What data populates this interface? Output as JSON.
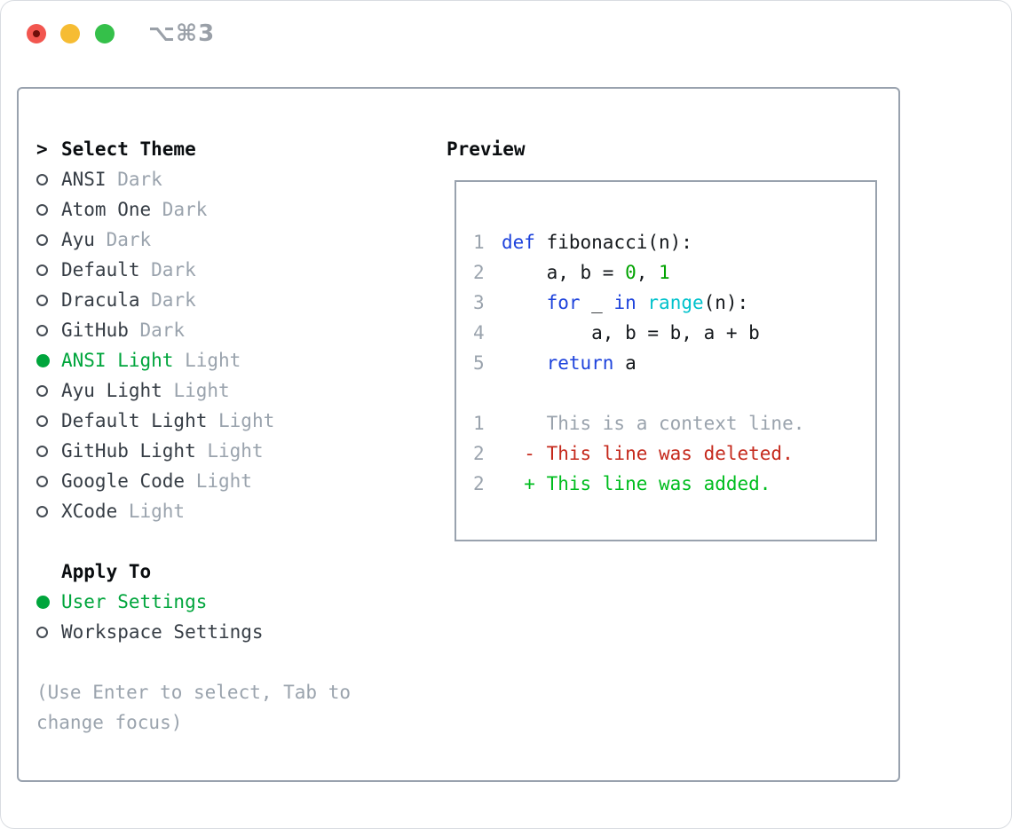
{
  "window": {
    "shortcut_label": "⌥⌘3"
  },
  "colors": {
    "border": "#99a2ae",
    "text-strong": "#0a0d10",
    "text-primary": "#363d45",
    "text-muted": "#9aa3ad",
    "accent-green": "#00a53c",
    "diff-add": "#00bd1f",
    "diff-del": "#c5291c",
    "kw": "#1e43dc",
    "builtin": "#00c2cc",
    "num": "#00a300",
    "title-gray": "#9aa0a8",
    "tl-red": "#f2564f",
    "tl-yellow": "#f6bc33",
    "tl-green": "#35c04a"
  },
  "theme_selector": {
    "marker": ">",
    "title": "Select Theme",
    "items": [
      {
        "name": "ANSI",
        "variant": "Dark",
        "selected": false
      },
      {
        "name": "Atom One",
        "variant": "Dark",
        "selected": false
      },
      {
        "name": "Ayu",
        "variant": "Dark",
        "selected": false
      },
      {
        "name": "Default",
        "variant": "Dark",
        "selected": false
      },
      {
        "name": "Dracula",
        "variant": "Dark",
        "selected": false
      },
      {
        "name": "GitHub",
        "variant": "Dark",
        "selected": false
      },
      {
        "name": "ANSI Light",
        "variant": "Light",
        "selected": true
      },
      {
        "name": "Ayu Light",
        "variant": "Light",
        "selected": false
      },
      {
        "name": "Default Light",
        "variant": "Light",
        "selected": false
      },
      {
        "name": "GitHub Light",
        "variant": "Light",
        "selected": false
      },
      {
        "name": "Google Code",
        "variant": "Light",
        "selected": false
      },
      {
        "name": "XCode",
        "variant": "Light",
        "selected": false
      }
    ],
    "apply_to": {
      "title": "Apply To",
      "options": [
        {
          "label": "User Settings",
          "selected": true
        },
        {
          "label": "Workspace Settings",
          "selected": false
        }
      ]
    },
    "hint_line_1": "(Use Enter to select, Tab to",
    "hint_line_2": "change focus)"
  },
  "preview": {
    "title": "Preview",
    "lines": [
      {
        "num": "1",
        "tokens": [
          {
            "t": "def",
            "c": "kw"
          },
          {
            "t": " fibonacci(n):",
            "c": "plain"
          }
        ]
      },
      {
        "num": "2",
        "tokens": [
          {
            "t": "    a, b = ",
            "c": "plain"
          },
          {
            "t": "0",
            "c": "num"
          },
          {
            "t": ", ",
            "c": "plain"
          },
          {
            "t": "1",
            "c": "num"
          }
        ]
      },
      {
        "num": "3",
        "tokens": [
          {
            "t": "    ",
            "c": "plain"
          },
          {
            "t": "for",
            "c": "kw"
          },
          {
            "t": " _ ",
            "c": "plain"
          },
          {
            "t": "in",
            "c": "kw"
          },
          {
            "t": " ",
            "c": "plain"
          },
          {
            "t": "range",
            "c": "builtin"
          },
          {
            "t": "(n):",
            "c": "plain"
          }
        ]
      },
      {
        "num": "4",
        "tokens": [
          {
            "t": "        a, b = b, a + b",
            "c": "plain"
          }
        ]
      },
      {
        "num": "5",
        "tokens": [
          {
            "t": "    ",
            "c": "plain"
          },
          {
            "t": "return",
            "c": "kw"
          },
          {
            "t": " a",
            "c": "plain"
          }
        ]
      },
      {
        "num": "",
        "tokens": []
      },
      {
        "num": "1",
        "tokens": [
          {
            "t": "    This is a context line.",
            "c": "ctx"
          }
        ]
      },
      {
        "num": "2",
        "tokens": [
          {
            "t": "  - This line was deleted.",
            "c": "del"
          }
        ]
      },
      {
        "num": "2",
        "tokens": [
          {
            "t": "  + This line was added.",
            "c": "add"
          }
        ]
      }
    ]
  }
}
